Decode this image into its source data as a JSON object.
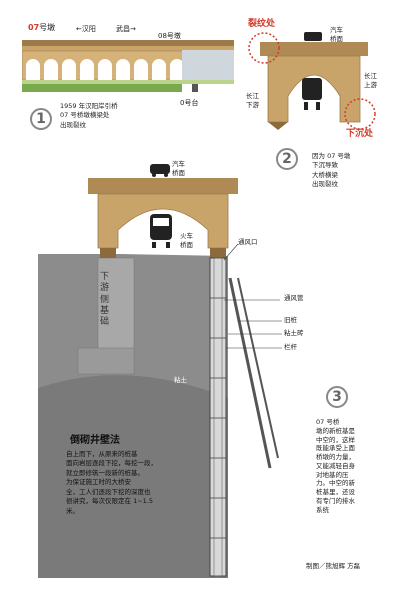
{
  "panel1": {
    "red_label": "07",
    "red_suffix": "号墩",
    "direction_left": "←汉阳",
    "direction_right": "武昌→",
    "pier_label": "08号墩",
    "platform_label": "0号台",
    "step_number": "1",
    "caption": [
      "1959 年汉阳岸引桥",
      "07 号桥墩横梁处",
      "出现裂纹"
    ]
  },
  "panel2": {
    "crack_label": "裂纹处",
    "car_label_1": "汽车",
    "car_label_2": "桥面",
    "left_side_1": "长江",
    "left_side_2": "下游",
    "right_side_1": "长江",
    "right_side_2": "上游",
    "sink_label": "下沉处",
    "step_number": "2",
    "caption": [
      "因为 07 号墩",
      "下沉导致",
      "大桥横梁",
      "出现裂纹"
    ]
  },
  "panel3": {
    "car_label_1": "汽车",
    "car_label_2": "桥面",
    "train_label_1": "火车",
    "train_label_2": "桥面",
    "vent_label": "通风口",
    "downstream_label": "下游侧基础",
    "labels": [
      "通风管",
      "旧桩",
      "粘土砖",
      "栏杆"
    ],
    "clay_label": "粘土",
    "method_title": "倒砌井壁法",
    "method_text": [
      "自上而下，从原来的桩基",
      "面向岩层逐段下挖，每挖一段，",
      "就立即修筑一段新的桩基。",
      "为保证施工时的大桥安",
      "全，工人们逐段下挖的深度也",
      "很讲究，每次仅限定在 1~1.5",
      "米。"
    ],
    "step_number": "3",
    "explain_text": [
      "07 号桥",
      "墩的新桩基是",
      "中空的，这样",
      "既能承受上面",
      "桥墩的力量，",
      "又能减轻自身",
      "对地基的压",
      "力。中空的新",
      "桩基里，还设",
      "有专门的排水",
      "系统"
    ]
  },
  "credit": "制图／熊旭辉 方磊",
  "colors": {
    "bridge": "#b08a55",
    "red": "#d23a2a",
    "rock": "#8c8c8c"
  }
}
